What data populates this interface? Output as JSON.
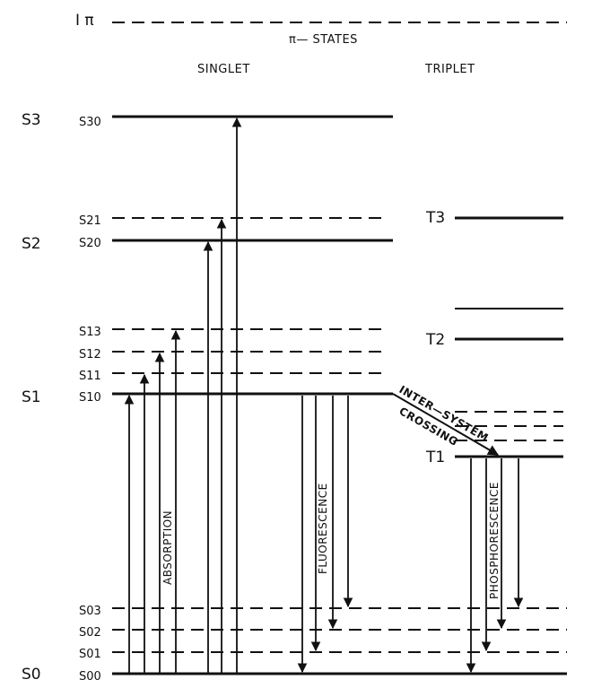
{
  "ionization": {
    "label": "I π"
  },
  "headings": {
    "pi_states": "π— STATES",
    "singlet": "SINGLET",
    "triplet": "TRIPLET"
  },
  "singlet_states": {
    "s3": "S3",
    "s2": "S2",
    "s1": "S1",
    "s0": "S0"
  },
  "vibronic_levels": {
    "s30": "S30",
    "s21": "S21",
    "s20": "S20",
    "s13": "S13",
    "s12": "S12",
    "s11": "S11",
    "s10": "S10",
    "s03": "S03",
    "s02": "S02",
    "s01": "S01",
    "s00": "S00"
  },
  "triplet_states": {
    "t3": "T3",
    "t2": "T2",
    "t1": "T1"
  },
  "processes": {
    "absorption": "ABSORPTION",
    "fluorescence": "FLUORESCENCE",
    "phosphorescence": "PHOSPHORESCENCE",
    "isc_line1": "INTER—SYSTEM",
    "isc_line2": "CROSSING"
  },
  "colors": {
    "ink": "#111111",
    "background": "#ffffff"
  }
}
